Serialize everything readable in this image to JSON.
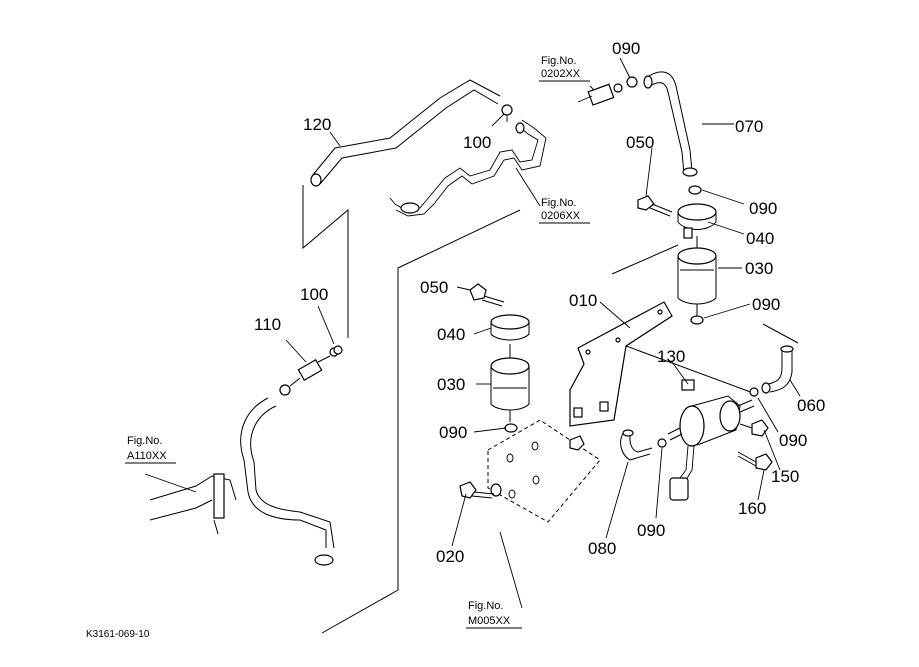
{
  "parts": {
    "p120": "120",
    "p100a": "100",
    "p100b": "100",
    "p110": "110",
    "p090_top": "090",
    "p070": "070",
    "p050a": "050",
    "p090_b": "090",
    "p040a": "040",
    "p030a": "030",
    "p090_c": "090",
    "p050b": "050",
    "p010": "010",
    "p040b": "040",
    "p130": "130",
    "p030b": "030",
    "p060": "060",
    "p090_d": "090",
    "p090_e": "090",
    "p150": "150",
    "p160": "160",
    "p090_f": "090",
    "p080": "080",
    "p020": "020"
  },
  "refs": {
    "fig0202_a": "Fig.No.",
    "fig0202_b": "0202XX",
    "fig0206_a": "Fig.No.",
    "fig0206_b": "0206XX",
    "figA110_a": "Fig.No.",
    "figA110_b": "A110XX",
    "figM005_a": "Fig.No.",
    "figM005_b": "M005XX"
  },
  "footer": {
    "code": "K3161-069-10"
  }
}
